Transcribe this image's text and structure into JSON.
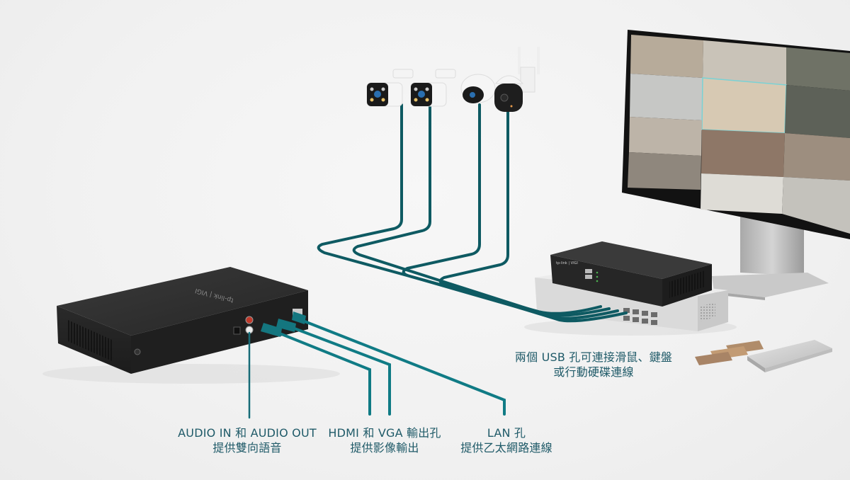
{
  "colors": {
    "cable": "#0e5a62",
    "text": "#1f5a68",
    "nvr_body": "#2b2b2b",
    "switch_body": "#dcdcdc",
    "background": "#f1f1f1"
  },
  "devices": {
    "nvr_front": {
      "brand_logo": "tp-link | VIGI"
    },
    "cameras": [
      "bullet-camera",
      "bullet-camera",
      "turret-camera",
      "pan-tilt-camera"
    ],
    "monitor": {
      "tiles": 12
    }
  },
  "callouts": {
    "usb": {
      "line1": "兩個 USB 孔可連接滑鼠、鍵盤",
      "line2": "或行動硬碟連線"
    },
    "audio": {
      "line1": "AUDIO IN 和 AUDIO OUT",
      "line2": "提供雙向語音"
    },
    "video": {
      "line1": "HDMI 和 VGA 輸出孔",
      "line2": "提供影像輸出"
    },
    "lan": {
      "line1": "LAN 孔",
      "line2": "提供乙太網路連線"
    }
  }
}
